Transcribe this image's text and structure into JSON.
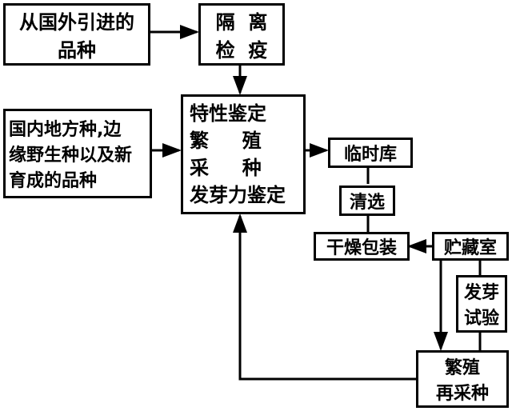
{
  "nodes": {
    "imported": [
      "从国外引进的",
      "品种"
    ],
    "quarantine": [
      "隔  离",
      "检  疫"
    ],
    "domestic": [
      "国内地方种,边",
      "缘野生种以及新",
      "育成的品种"
    ],
    "identify": [
      "特性鉴定",
      "繁     殖",
      "采     种",
      "发芽力鉴定"
    ],
    "temp_store": "临时库",
    "cleaning": "清选",
    "drying": "干燥包装",
    "storage": "贮藏室",
    "germ_test": [
      "发芽",
      "试验"
    ],
    "regen": [
      "繁殖",
      "再采种"
    ]
  }
}
